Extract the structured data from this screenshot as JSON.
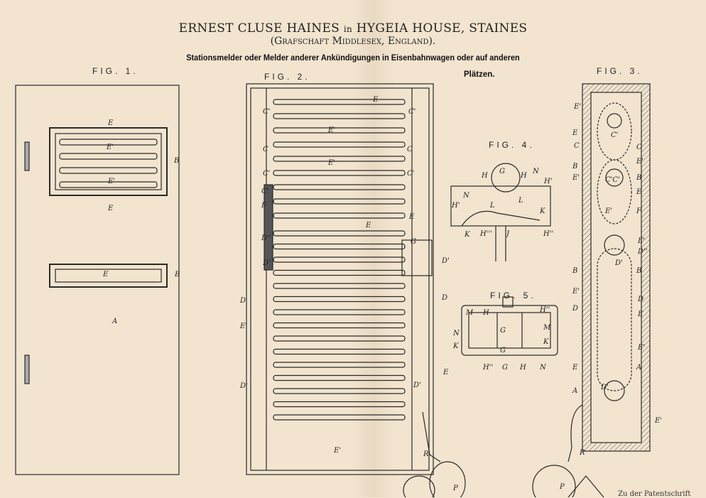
{
  "header": {
    "inventor": "ERNEST CLUSE HAINES",
    "in": "in",
    "place": "HYGEIA HOUSE, STAINES",
    "county": "(Grafschaft Middlesex, England).",
    "title_line1": "Stationsmelder oder Melder anderer Ankündigungen in Eisenbahnwagen oder auf anderen",
    "title_line2": "Plätzen."
  },
  "figures": {
    "fig1": {
      "title": "FIG. 1.",
      "labels": [
        "E",
        "E'",
        "B",
        "E'",
        "E",
        "E",
        "B",
        "A"
      ]
    },
    "fig2": {
      "title": "FIG. 2.",
      "labels": [
        "E",
        "C'",
        "C'",
        "E'",
        "C",
        "C",
        "E'",
        "C'",
        "C'",
        "C'",
        "F",
        "E",
        "E",
        "D''",
        "D'",
        "D'",
        "G",
        "D",
        "D",
        "E'",
        "E",
        "D'",
        "D'",
        "E'"
      ]
    },
    "fig3": {
      "title": "FIG. 3.",
      "labels": [
        "E'",
        "E",
        "C",
        "B",
        "E'",
        "C'",
        "C",
        "E'",
        "B",
        "E",
        "F",
        "C'C'",
        "E'",
        "D'",
        "E'",
        "D''",
        "B",
        "B",
        "E'",
        "D",
        "D",
        "E",
        "E'",
        "E",
        "A",
        "A",
        "D'",
        "E'"
      ]
    },
    "fig4": {
      "title": "FIG. 4.",
      "labels": [
        "N",
        "H",
        "G",
        "H",
        "N",
        "H'",
        "H'",
        "L",
        "L",
        "K",
        "K",
        "H'''",
        "J",
        "H''"
      ]
    },
    "fig5": {
      "title": "FIG. 5.",
      "labels": [
        "M",
        "H",
        "H''",
        "N",
        "K",
        "G",
        "G",
        "M",
        "K",
        "H''",
        "G",
        "H",
        "N"
      ]
    },
    "bottom": {
      "labels": [
        "R",
        "R",
        "P",
        "P"
      ]
    }
  },
  "footer": {
    "text": "Zu der Patentschrift"
  }
}
